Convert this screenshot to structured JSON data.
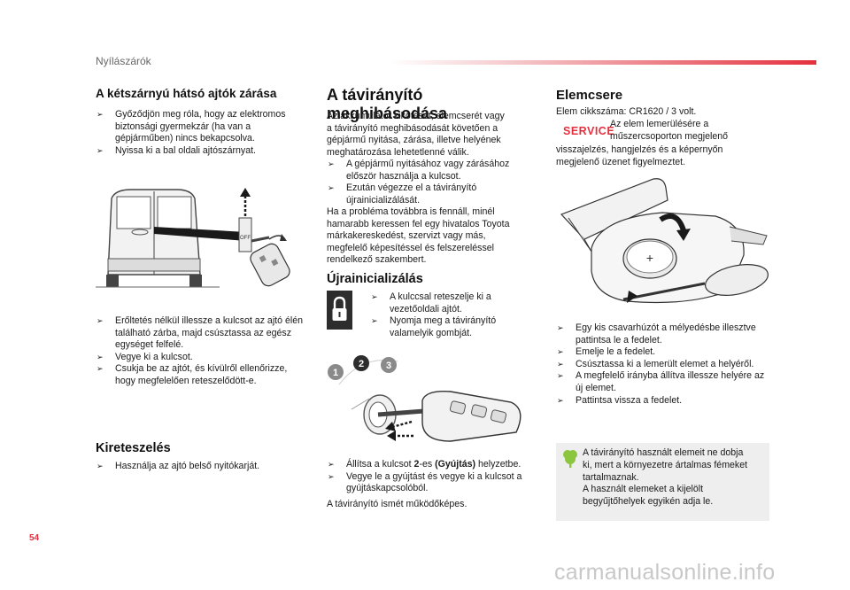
{
  "header": {
    "section": "Nyílászárók"
  },
  "col1": {
    "title": "A kétszárnyú hátsó ajtók zárása",
    "bullets1": [
      "Győződjön meg róla, hogy az elektromos biztonsági gyermekzár (ha van a gépjárműben) nincs bekapcsolva.",
      "Nyissa ki a bal oldali ajtószárnyat."
    ],
    "figure_off_label": "OFF",
    "bullets2": [
      "Erőltetés nélkül illessze a kulcsot az ajtó élén található zárba, majd csúsztassa az egész egységet felfelé.",
      "Vegye ki a kulcsot.",
      "Csukja be az ajtót, és kívülről ellenőrizze, hogy megfelelően reteszelődött-e."
    ],
    "unlock_title": "Kireteszelés",
    "unlock_bullets": [
      "Használja az ajtó belső nyitókarját."
    ]
  },
  "col2": {
    "title": "A távirányító meghibásodása",
    "intro_lines": [
      "Az akkumulátor kikötését, elemcserét vagy",
      "a távirányító meghibásodását követően a",
      "gépjármű nyitása, zárása, illetve helyének",
      "meghatározása lehetetlenné válik."
    ],
    "bullets": [
      "A gépjármű nyitásához vagy zárásához először használja a kulcsot.",
      "Ezután végezze el a távirányító újrainicializálását."
    ],
    "paragraph_lines": [
      "Ha a probléma továbbra is fennáll, minél",
      "hamarabb keressen fel egy hivatalos Toyota",
      "márkakereskedést, szervizt vagy más,",
      "megfelelő képesítéssel és felszereléssel",
      "rendelkező szakembert."
    ],
    "reinit_title": "Újrainicializálás",
    "reinit_bullets": [
      "A kulccsal reteszelje ki a vezetőoldali ajtót.",
      "Nyomja meg a távirányító valamelyik gombját."
    ],
    "steps": [
      "1",
      "2",
      "3"
    ],
    "final_bullet_1": {
      "pre": "Állítsa a kulcsot ",
      "num": "2",
      "mid": "-es ",
      "bold": "(Gyújtás)",
      "post": " helyzetbe."
    },
    "final_bullet_2": "Vegye le a gyújtást és vegye ki a kulcsot a gyújtáskapcsolóból.",
    "final_text": "A távirányító ismét működőképes."
  },
  "col3": {
    "title": "Elemcsere",
    "spec": "Elem cikkszáma: CR1620 / 3 volt.",
    "service_badge": "SERVICE",
    "service_lines": [
      "Az elem lemerülésére a",
      "műszercsoporton megjelenő"
    ],
    "service_cont": [
      "visszajelzés, hangjelzés és a képernyőn",
      "megjelenő üzenet figyelmeztet."
    ],
    "bullets": [
      "Egy kis csavarhúzót a mélyedésbe illesztve pattintsa le a fedelet.",
      "Emelje le a fedelet.",
      "Csúsztassa ki a lemerült elemet a helyéről.",
      "A megfelelő irányba állítva illessze helyére az új elemet.",
      "Pattintsa vissza a fedelet."
    ],
    "info_lines": [
      "A távirányító használt elemeit ne dobja",
      "ki, mert a környezetre ártalmas fémeket",
      "tartalmaznak.",
      "A használt elemeket a kijelölt",
      "begyűjtőhelyek egyikén adja le."
    ]
  },
  "footer": {
    "page_number": "54",
    "watermark": "carmanualsonline.info"
  },
  "colors": {
    "accent": "#e4303d",
    "eco": "#8cc63e",
    "icon_bg": "#2d2d2d"
  },
  "icons": {
    "bullet": "bullet-icon",
    "lock": "lock-icon",
    "eco": "leaf-icon"
  }
}
